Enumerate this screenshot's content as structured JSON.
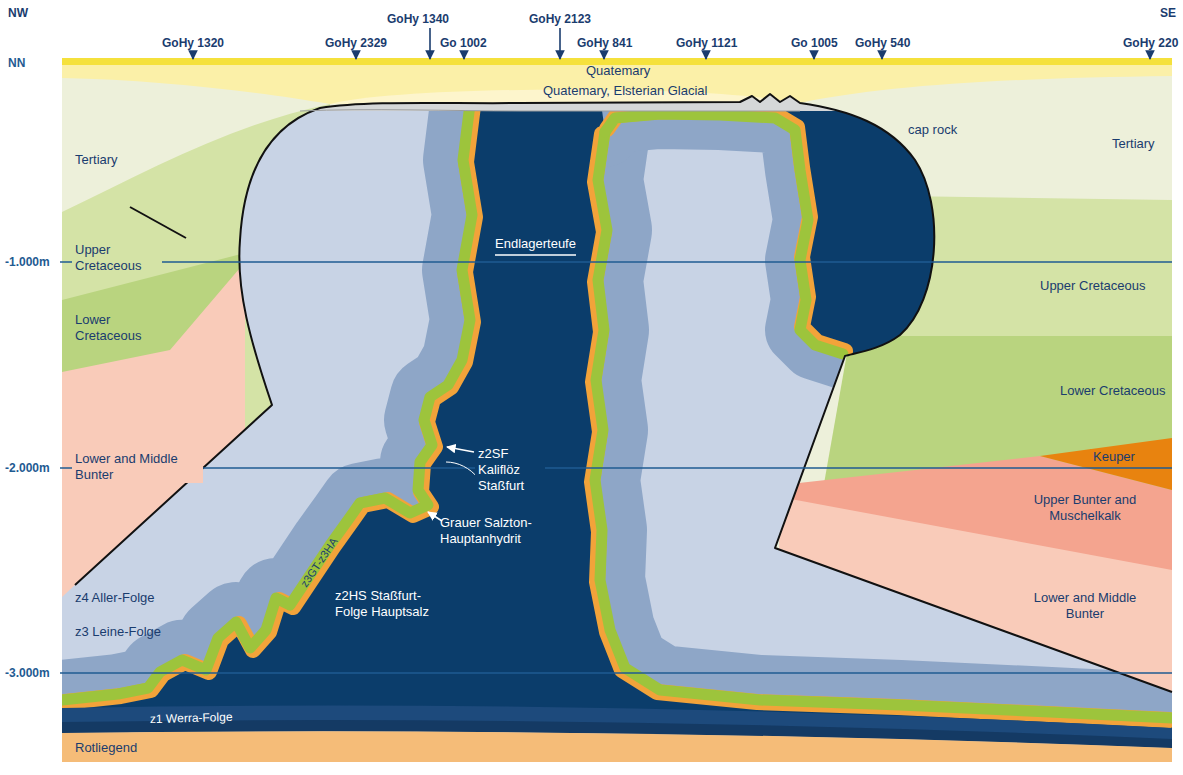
{
  "diagram": {
    "labels": [
      "NW",
      "SE",
      "GoHy 1320",
      "GoHy 2329",
      "GoHy 1340",
      "Go 1002",
      "GoHy 2123",
      "GoHy 841",
      "GoHy 1121",
      "Go 1005",
      "GoHy 540",
      "GoHy 220",
      "NN",
      "Quatemary",
      "Quatemary, Elsterian Glacial",
      "cap rock",
      "Tertiary",
      "Tertiary",
      "-1.000m",
      "Upper Cretaceous",
      "Endlagerteufe",
      "Upper Cretaceous",
      "Lower Cretaceous",
      "Lower Cretaceous",
      "-2.000m",
      "z2SF Kaliflöz Staßfurt",
      "Keuper",
      "Lower and Middle Bunter",
      "Upper Bunter and Muschelkalk",
      "Grauer Salzton-Hauptanhydrit",
      "z4 Aller-Folge",
      "z3GT-z3HA",
      "z3 Leine-Folge",
      "z2HS Staßfurt-Folge Hauptsalz",
      "Lower and Middle Bunter",
      "-3.000m",
      "z1 Werra-Folge",
      "Rotliegend"
    ]
  }
}
